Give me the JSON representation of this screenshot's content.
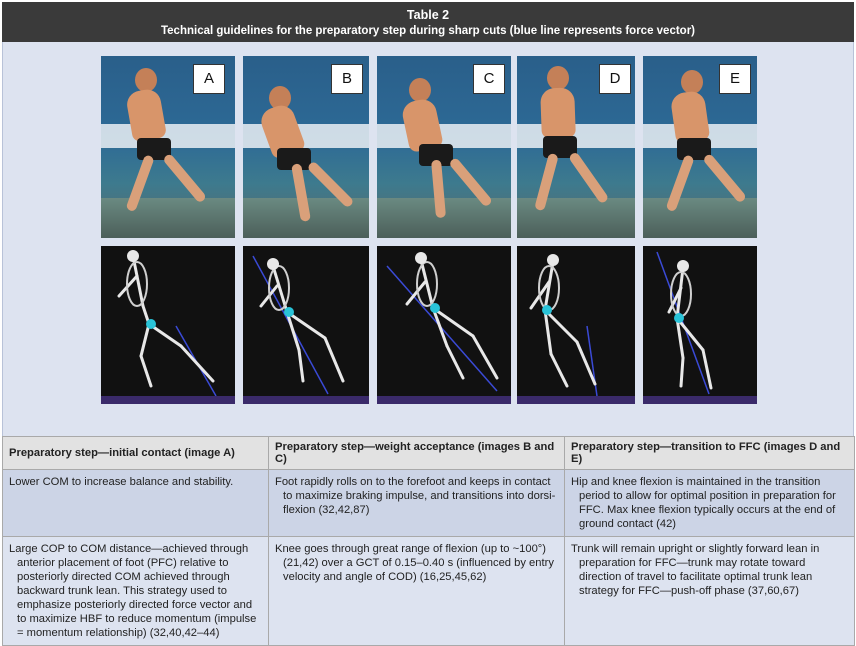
{
  "header": {
    "title": "Table 2",
    "subtitle": "Technical guidelines for the preparatory step during sharp cuts (blue line represents force vector)"
  },
  "figure": {
    "panels": [
      {
        "label": "A"
      },
      {
        "label": "B"
      },
      {
        "label": "C"
      },
      {
        "label": "D"
      },
      {
        "label": "E"
      }
    ]
  },
  "table": {
    "headers": [
      "Preparatory step—initial contact (image A)",
      "Preparatory step—weight acceptance (images B and C)",
      "Preparatory step—transition to FFC (images D and E)"
    ],
    "rows": [
      [
        "Lower COM to increase balance and stability.",
        "Foot rapidly rolls on to the forefoot and keeps in contact to maximize braking impulse, and transitions into dorsi-flexion (32,42,87)",
        "Hip and knee flexion is maintained in the transition period to allow for optimal position in preparation for FFC. Max knee flexion typically occurs at the end of ground contact (42)"
      ],
      [
        "Large COP to COM distance—achieved through anterior placement of foot (PFC) relative to posteriorly directed COM achieved through backward trunk lean. This strategy used to emphasize posteriorly directed force vector and to maximize HBF to reduce momentum (impulse = momentum relationship) (32,40,42–44)",
        "Knee goes through great range of flexion (up to ~100°) (21,42) over a GCT of 0.15–0.40 s (influenced by entry velocity and angle of COD) (16,25,45,62)",
        "Trunk will remain upright or slightly forward lean in preparation for FFC—trunk may rotate toward direction of travel to facilitate optimal trunk lean strategy for FFC—push-off phase (37,60,67)"
      ]
    ]
  }
}
